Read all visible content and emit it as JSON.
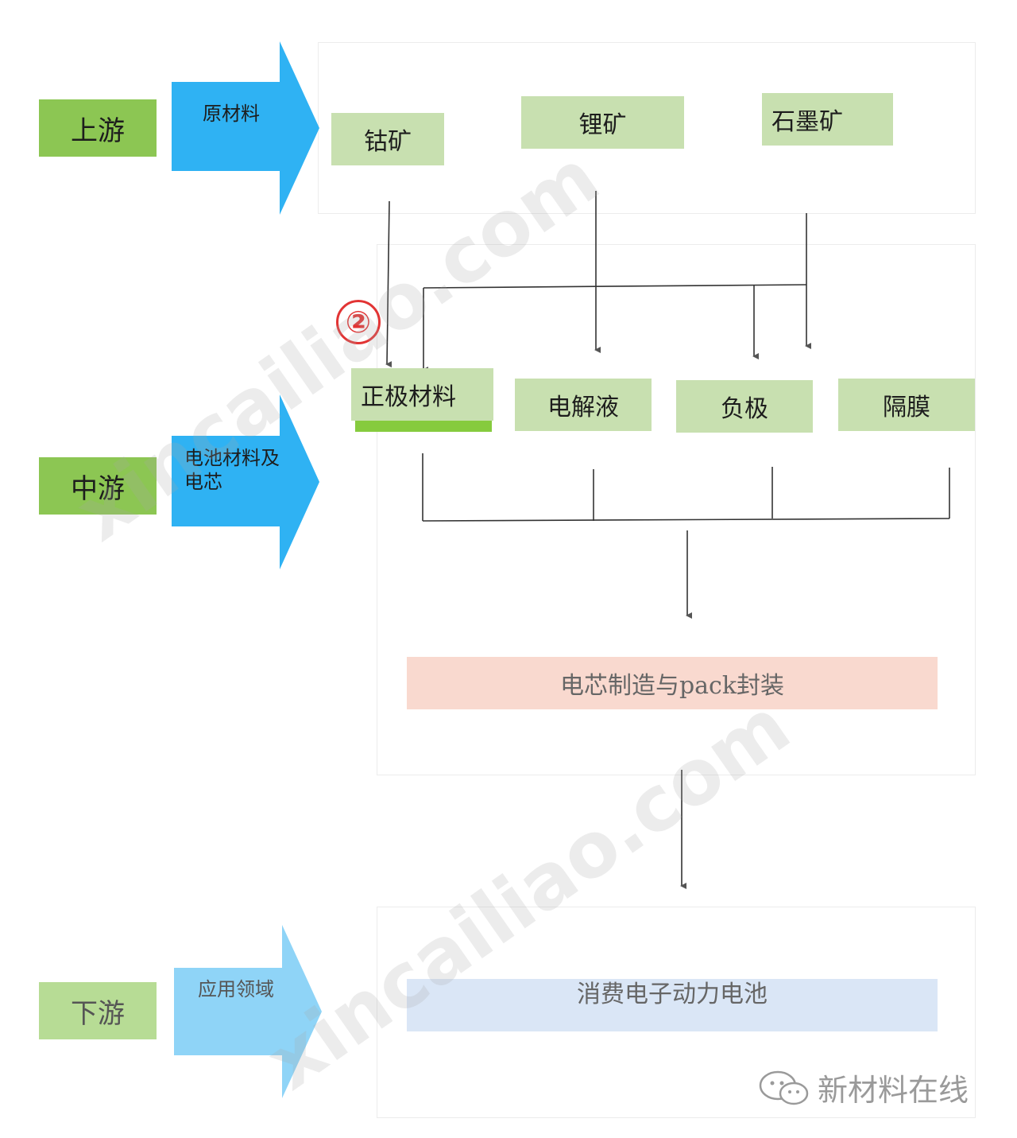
{
  "stages": {
    "upstream": {
      "label": "上游",
      "arrow_label": "原材料"
    },
    "midstream": {
      "label": "中游",
      "arrow_label_line1": "电池材料及",
      "arrow_label_line2": "电芯"
    },
    "downstream": {
      "label": "下游",
      "arrow_label": "应用领域"
    }
  },
  "raw_materials": [
    "钴矿",
    "锂矿",
    "石墨矿"
  ],
  "components": [
    "正极材料",
    "电解液",
    "负极",
    "隔膜"
  ],
  "step_marker": "②",
  "manufacturing": "电芯制造与pack封装",
  "application": "消费电子动力电池",
  "watermark": "xincailiao.com",
  "brand": "新材料在线",
  "colors": {
    "stage_green": "#8cc653",
    "arrow_blue": "#2fb2f3",
    "node_green": "#c8e0b0",
    "pink_bar": "#f9d9cf",
    "blue_bar": "#dae6f6",
    "marker_red": "#e23434"
  }
}
